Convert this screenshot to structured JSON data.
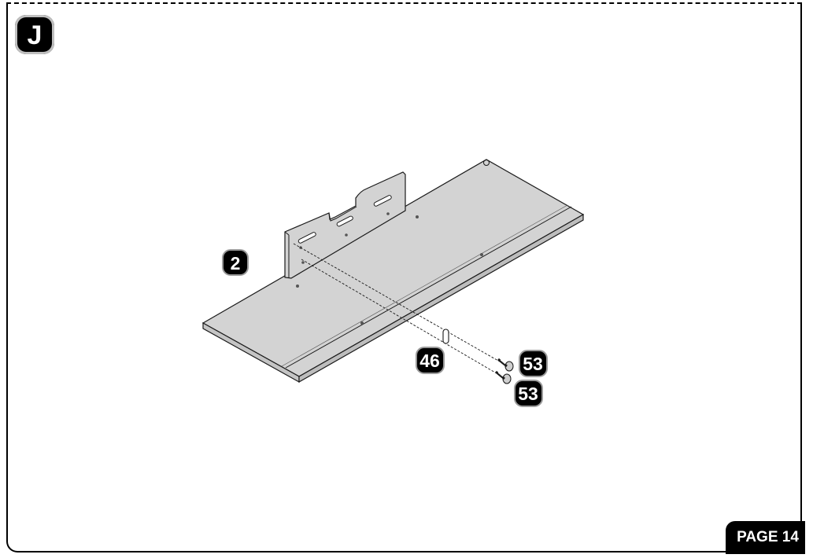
{
  "step": {
    "letter": "J"
  },
  "footer": {
    "page_label": "PAGE 14"
  },
  "callouts": {
    "panel": "2",
    "dowel": "46",
    "screw_upper": "53",
    "screw_lower": "53"
  },
  "colors": {
    "panel_fill": "#d3d3d3",
    "edge_fill": "#c4c4c4",
    "line": "#1a1a1a",
    "badge": "#000000"
  },
  "icons": [
    "screw-icon",
    "dowel-icon"
  ]
}
